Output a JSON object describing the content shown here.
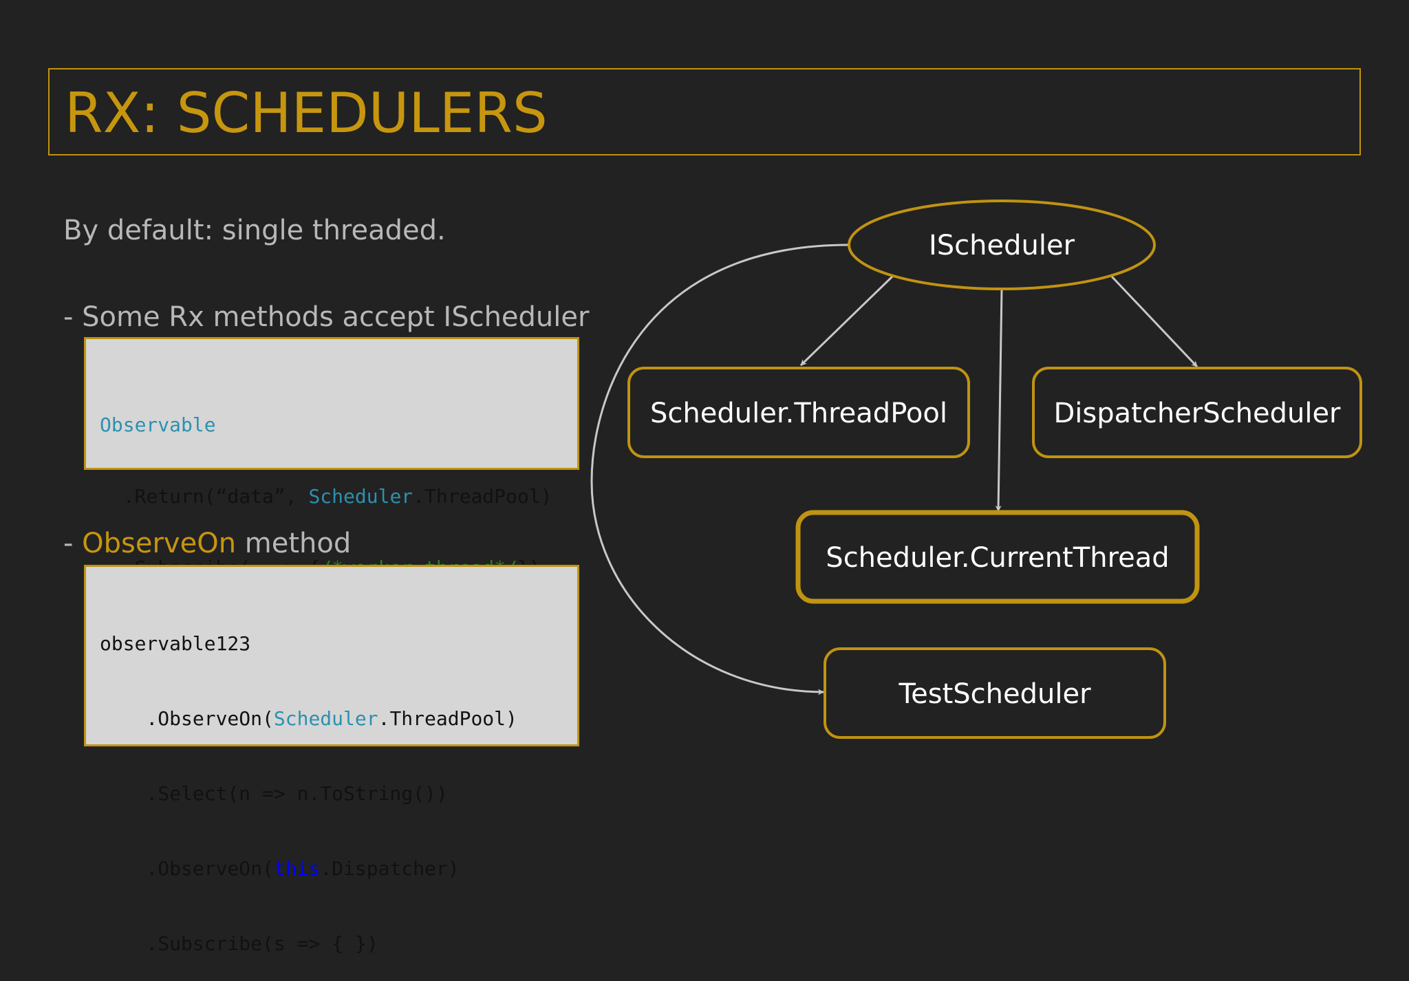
{
  "slide": {
    "title": "RX: SCHEDULERS",
    "intro": "By default: single threaded.",
    "bullet1": "- Some Rx methods accept IScheduler",
    "bullet2_prefix": "- ",
    "bullet2_accent": "ObserveOn",
    "bullet2_suffix": " method"
  },
  "code1": {
    "l1_type": "Observable",
    "l2_a": "  .Return(“data”, ",
    "l2_type": "Scheduler",
    "l2_b": ".ThreadPool)",
    "l3_a": "  .Subscribe(_ => {",
    "l3_comment": "/*worker thread*/",
    "l3_b": "});"
  },
  "code2": {
    "l1": "observable123",
    "l2_a": "    .ObserveOn(",
    "l2_type": "Scheduler",
    "l2_b": ".ThreadPool)",
    "l3": "    .Select(n => n.ToString())",
    "l4_a": "    .ObserveOn(",
    "l4_kw": "this",
    "l4_b": ".Dispatcher)",
    "l5": "    .Subscribe(s => { })"
  },
  "diagram": {
    "root": "IScheduler",
    "threadpool": "Scheduler.ThreadPool",
    "dispatcher": "DispatcherScheduler",
    "currentthread": "Scheduler.CurrentThread",
    "test": "TestScheduler"
  },
  "colors": {
    "background": "#222222",
    "accent": "#c7960f",
    "code_background": "#d6d6d6",
    "arrow": "#c8c8c8"
  }
}
